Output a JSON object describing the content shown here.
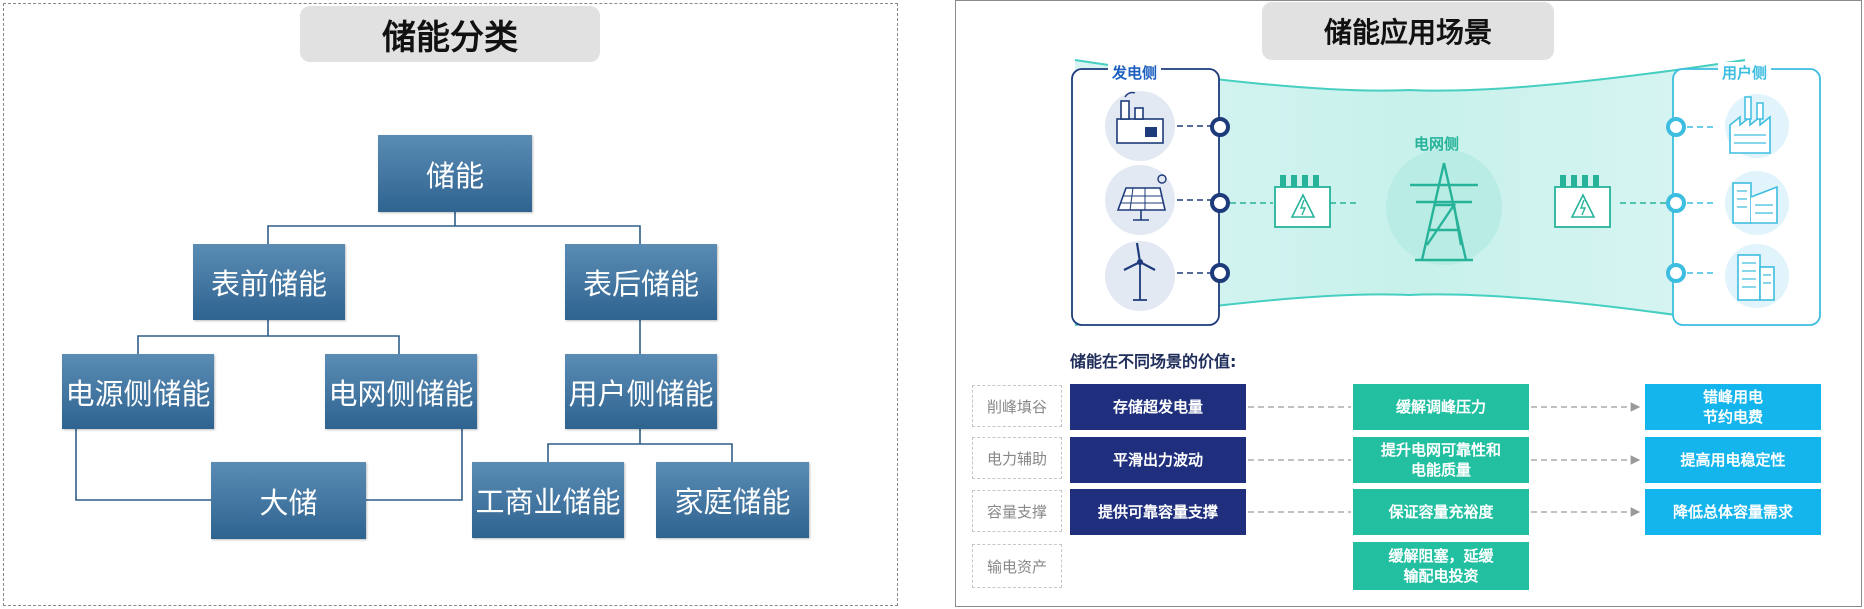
{
  "left": {
    "title": "储能分类",
    "nodes": {
      "root": "储能",
      "front_meter": "表前储能",
      "behind_meter": "表后储能",
      "generation_side": "电源侧储能",
      "grid_side": "电网侧储能",
      "user_side": "用户侧储能",
      "large_scale": "大储",
      "commercial_industrial": "工商业储能",
      "household": "家庭储能"
    }
  },
  "right": {
    "title": "储能应用场景",
    "generation_label": "发电侧",
    "user_label": "用户侧",
    "grid_label": "电网侧",
    "value_title": "储能在不同场景的价值:",
    "rows": [
      {
        "label": "削峰填谷",
        "gen": "存储超发电量",
        "grid": "缓解调峰压力",
        "user": "错峰用电\n节约电费"
      },
      {
        "label": "电力辅助",
        "gen": "平滑出力波动",
        "grid": "提升电网可靠性和\n电能质量",
        "user": "提高用电稳定性"
      },
      {
        "label": "容量支撑",
        "gen": "提供可靠容量支撑",
        "grid": "保证容量充裕度",
        "user": "降低总体容量需求"
      },
      {
        "label": "输电资产",
        "gen": "",
        "grid": "缓解阻塞，延缓\n输配电投资",
        "user": ""
      }
    ],
    "colors": {
      "navy": "#1f2f7d",
      "teal": "#22bfa0",
      "sky": "#14b4ec",
      "brand_blue": "#1c5fbf"
    }
  }
}
